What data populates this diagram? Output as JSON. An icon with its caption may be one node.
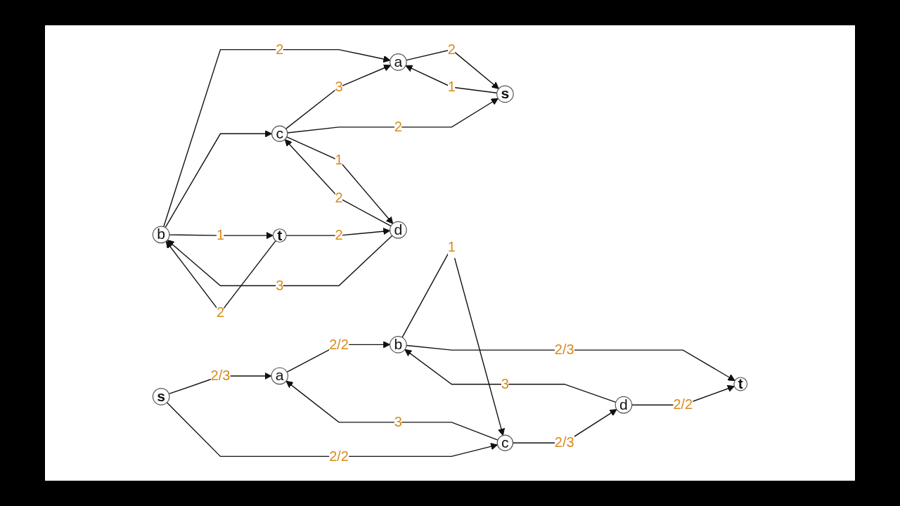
{
  "diagram": {
    "nodes": [
      {
        "text": [
          "s"
        ]
      },
      {
        "text": [
          "a"
        ]
      },
      {
        "text": [
          "b"
        ]
      },
      {
        "text": [
          "c"
        ]
      },
      {
        "text": [
          "d"
        ]
      },
      {
        "text": [
          "t"
        ]
      },
      {
        "text": [
          "a"
        ]
      },
      {
        "text": [
          "b"
        ]
      },
      {
        "text": [
          "s"
        ]
      },
      {
        "text": [
          "t"
        ]
      },
      {
        "text": [
          "c"
        ]
      },
      {
        "text": [
          "d"
        ]
      }
    ],
    "edges": [
      {
        "from": 0,
        "to": 1,
        "arrow": "to",
        "label": "2/3"
      },
      {
        "from": 0,
        "to": 3,
        "arrow": "to",
        "label": "2/2"
      },
      {
        "from": 1,
        "to": 2,
        "arrow": "to",
        "label": "2/2"
      },
      {
        "from": 3,
        "to": 1,
        "arrow": "to",
        "label": "3"
      },
      {
        "from": 2,
        "to": 3,
        "arrow": "to",
        "label": "1"
      },
      {
        "from": 3,
        "to": 4,
        "arrow": "to",
        "label": "2/3"
      },
      {
        "from": 4,
        "to": 2,
        "arrow": "to",
        "label": "3"
      },
      {
        "from": 2,
        "to": 5,
        "arrow": "to",
        "label": "2/3"
      },
      {
        "from": 4,
        "to": 5,
        "arrow": "to",
        "label": "2/2"
      },
      {
        "from": 7,
        "to": 6,
        "arrow": "to",
        "label": "2"
      },
      {
        "from": 8,
        "to": 6,
        "arrow": "to",
        "label": "1"
      },
      {
        "from": 6,
        "to": 8,
        "arrow": "to",
        "label": "2"
      },
      {
        "from": 10,
        "to": 6,
        "arrow": "to",
        "label": "3"
      },
      {
        "from": 7,
        "to": 10,
        "arrow": "to"
      },
      {
        "from": 10,
        "to": 8,
        "arrow": "to",
        "label": "2"
      },
      {
        "from": 10,
        "to": 11,
        "arrow": "to",
        "label": "1"
      },
      {
        "from": 11,
        "to": 10,
        "arrow": "to",
        "label": "2"
      },
      {
        "from": 11,
        "to": 7,
        "arrow": "to",
        "label": "3"
      },
      {
        "from": 7,
        "to": 9,
        "arrow": "to",
        "label": "1"
      },
      {
        "from": 9,
        "to": 7,
        "arrow": "to",
        "label": "2"
      },
      {
        "from": 9,
        "to": 11,
        "arrow": "to",
        "label": "2"
      }
    ]
  }
}
